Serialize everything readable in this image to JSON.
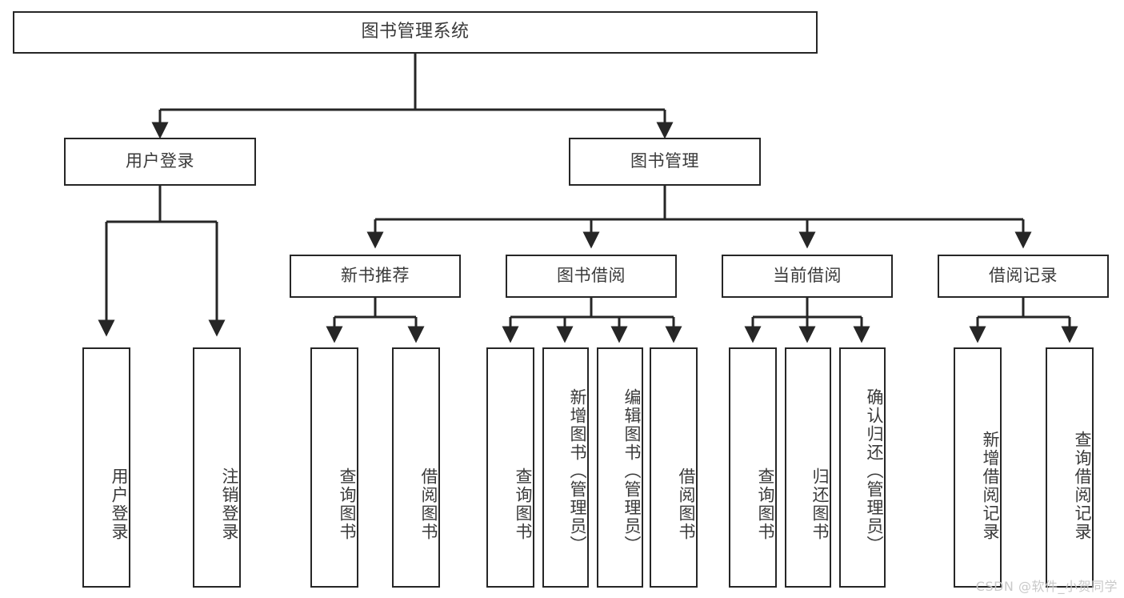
{
  "diagram": {
    "title": "图书管理系统",
    "type": "tree",
    "background_color": "#ffffff",
    "box_border_color": "#262626",
    "text_color": "#3a3a3a",
    "watermark": "CSDN @软件_小贺同学"
  },
  "nodes": {
    "root": {
      "label": "图书管理系统"
    },
    "level1": [
      {
        "label": "用户登录"
      },
      {
        "label": "图书管理"
      }
    ],
    "level2": [
      {
        "label": "新书推荐"
      },
      {
        "label": "图书借阅"
      },
      {
        "label": "当前借阅"
      },
      {
        "label": "借阅记录"
      }
    ],
    "leaves_user_login": [
      {
        "label": "用户登录"
      },
      {
        "label": "注销登录"
      }
    ],
    "leaves_new_book": [
      {
        "label": "查询图书"
      },
      {
        "label": "借阅图书"
      }
    ],
    "leaves_book_borrow": [
      {
        "label": "查询图书"
      },
      {
        "label": "新增图书（管理员）"
      },
      {
        "label": "编辑图书（管理员）"
      },
      {
        "label": "借阅图书"
      }
    ],
    "leaves_current_borrow": [
      {
        "label": "查询图书"
      },
      {
        "label": "归还图书"
      },
      {
        "label": "确认归还（管理员）"
      }
    ],
    "leaves_borrow_record": [
      {
        "label": "新增借阅记录"
      },
      {
        "label": "查询借阅记录"
      }
    ]
  },
  "chart_data": {
    "type": "tree",
    "title": "图书管理系统",
    "edges": [
      {
        "from": "图书管理系统",
        "to": "用户登录"
      },
      {
        "from": "图书管理系统",
        "to": "图书管理"
      },
      {
        "from": "用户登录",
        "to": "用户登录"
      },
      {
        "from": "用户登录",
        "to": "注销登录"
      },
      {
        "from": "图书管理",
        "to": "新书推荐"
      },
      {
        "from": "图书管理",
        "to": "图书借阅"
      },
      {
        "from": "图书管理",
        "to": "当前借阅"
      },
      {
        "from": "图书管理",
        "to": "借阅记录"
      },
      {
        "from": "新书推荐",
        "to": "查询图书"
      },
      {
        "from": "新书推荐",
        "to": "借阅图书"
      },
      {
        "from": "图书借阅",
        "to": "查询图书"
      },
      {
        "from": "图书借阅",
        "to": "新增图书（管理员）"
      },
      {
        "from": "图书借阅",
        "to": "编辑图书（管理员）"
      },
      {
        "from": "图书借阅",
        "to": "借阅图书"
      },
      {
        "from": "当前借阅",
        "to": "查询图书"
      },
      {
        "from": "当前借阅",
        "to": "归还图书"
      },
      {
        "from": "当前借阅",
        "to": "确认归还（管理员）"
      },
      {
        "from": "借阅记录",
        "to": "新增借阅记录"
      },
      {
        "from": "借阅记录",
        "to": "查询借阅记录"
      }
    ]
  }
}
